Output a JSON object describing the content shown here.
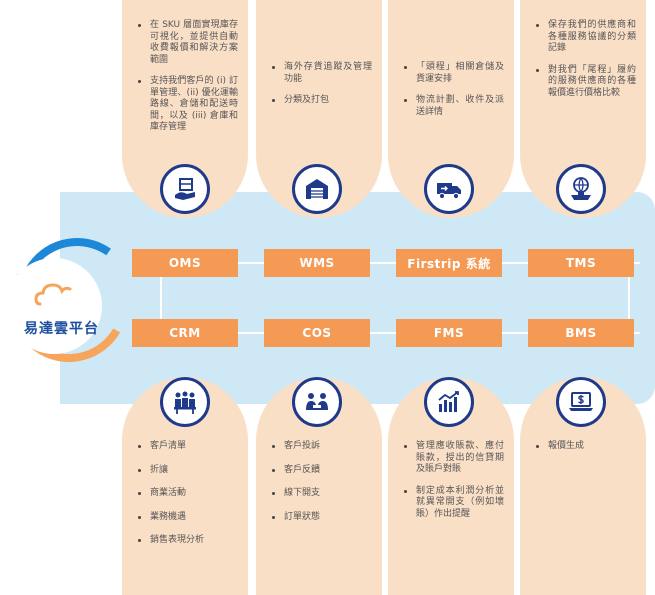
{
  "platform": {
    "name": "易達雲平台"
  },
  "top_modules": [
    {
      "id": "oms",
      "label": "OMS",
      "icon": "box-hand-icon",
      "bullets": [
        "在 SKU 層面實現庫存可視化，並提供自動收費報價和解決方案範圍",
        "支持我們客戶的 (i) 訂單管理、(ii) 優化運輸路線、倉儲和配送時間，以及 (iii) 倉庫和庫存管理"
      ]
    },
    {
      "id": "wms",
      "label": "WMS",
      "icon": "warehouse-icon",
      "bullets": [
        "海外存貨追蹤及管理功能",
        "分類及打包"
      ]
    },
    {
      "id": "firstrip",
      "label": "Firstrip 系統",
      "icon": "delivery-truck-icon",
      "bullets": [
        "「頭程」相關倉儲及貨運安排",
        "物流計劃、收件及派送詳情"
      ]
    },
    {
      "id": "tms",
      "label": "TMS",
      "icon": "globe-ship-icon",
      "bullets": [
        "保存我們的供應商和各種服務協議的分類記錄",
        "對我們「尾程」履約的服務供應商的各種報價進行價格比較"
      ]
    }
  ],
  "bottom_modules": [
    {
      "id": "crm",
      "label": "CRM",
      "icon": "team-meeting-icon",
      "bullets": [
        "客戶清單",
        "折讓",
        "商業活動",
        "業務機遇",
        "銷售表現分析"
      ]
    },
    {
      "id": "cos",
      "label": "COS",
      "icon": "customer-service-icon",
      "bullets": [
        "客戶投訴",
        "客戶反饋",
        "線下開支",
        "訂單狀態"
      ]
    },
    {
      "id": "fms",
      "label": "FMS",
      "icon": "bar-chart-icon",
      "bullets": [
        "管理應收賬款、應付賬款，授出的信貸期及賬戶對賬",
        "制定成本利潤分析並就異常開支（例如壞賬）作出提醒"
      ]
    },
    {
      "id": "bms",
      "label": "BMS",
      "icon": "invoice-laptop-icon",
      "bullets": [
        "報價生成"
      ]
    }
  ],
  "colors": {
    "pill": "#fadfc7",
    "box": "#f59a55",
    "band": "#cfe8f6",
    "icon_ring": "#1f3a8a"
  }
}
